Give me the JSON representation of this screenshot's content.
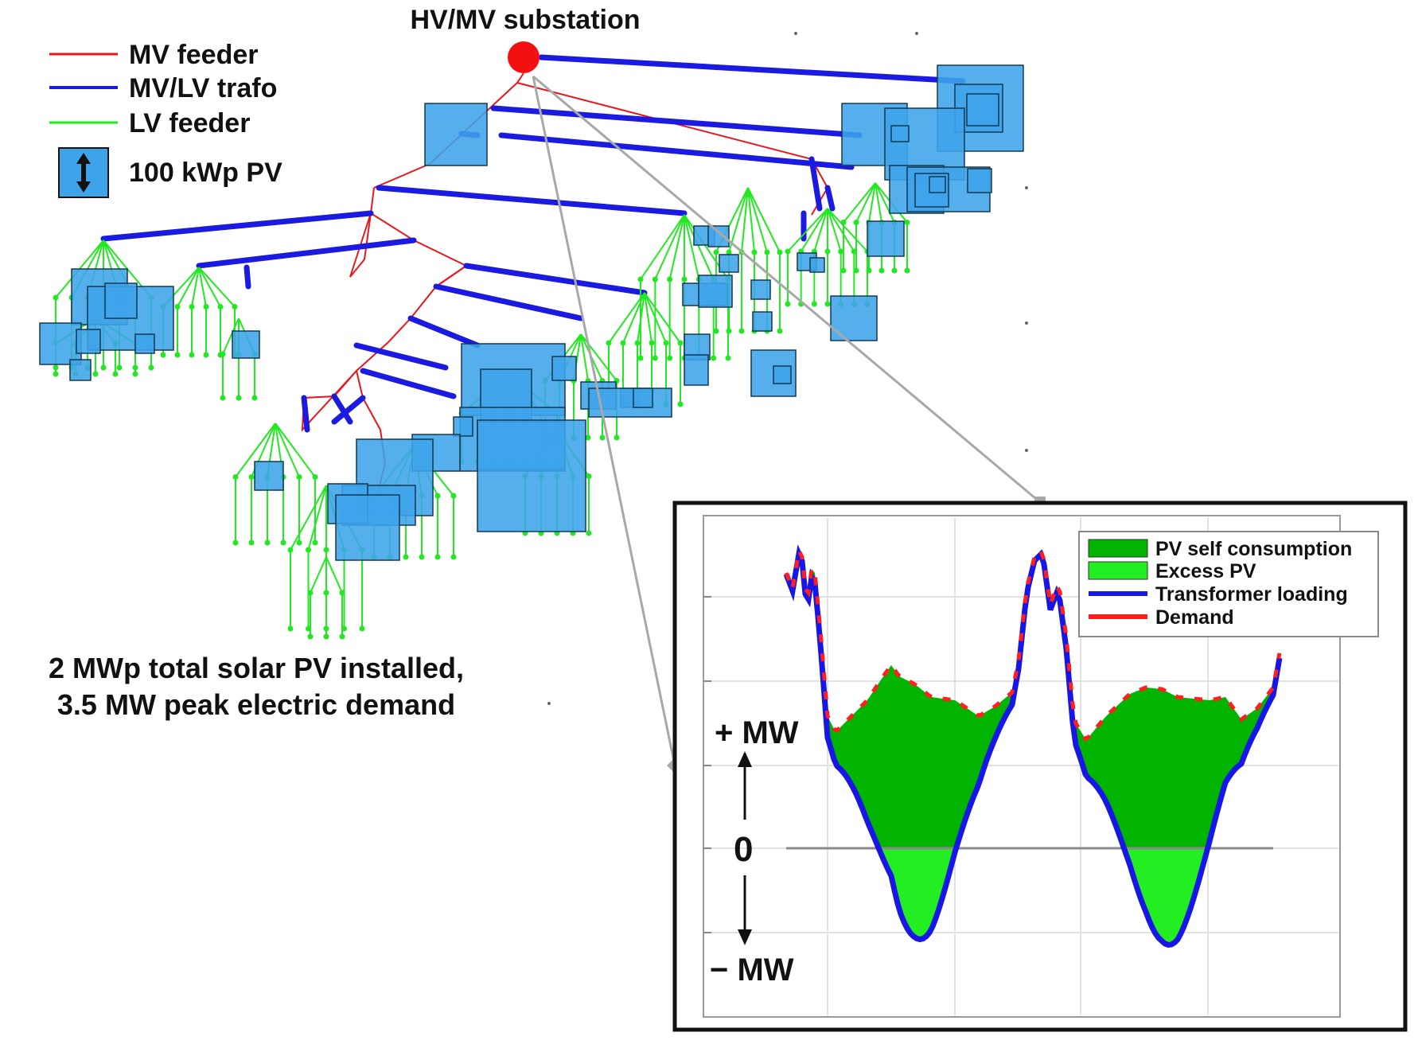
{
  "diagram": {
    "substation_label": "HV/MV substation",
    "caption_line1": "2 MWp total solar PV installed,",
    "caption_line2": "3.5 MW peak electric demand"
  },
  "legend": {
    "items": [
      {
        "label": "MV feeder",
        "color": "#e8171d"
      },
      {
        "label": "MV/LV trafo",
        "color": "#1a1ae0"
      },
      {
        "label": "LV feeder",
        "color": "#22e822"
      }
    ],
    "pv_label": "100 kWp PV",
    "pv_color": "#3ea4ea"
  },
  "inset": {
    "y_plus": "+ MW",
    "y_zero": "0",
    "y_minus": "− MW",
    "legend": [
      {
        "label": "PV self consumption",
        "color": "#00b400"
      },
      {
        "label": "Excess PV",
        "color": "#22ee22"
      },
      {
        "label": "Transformer loading",
        "color": "#1616e6"
      },
      {
        "label": "Demand",
        "color": "#ff1f1f"
      }
    ]
  }
}
